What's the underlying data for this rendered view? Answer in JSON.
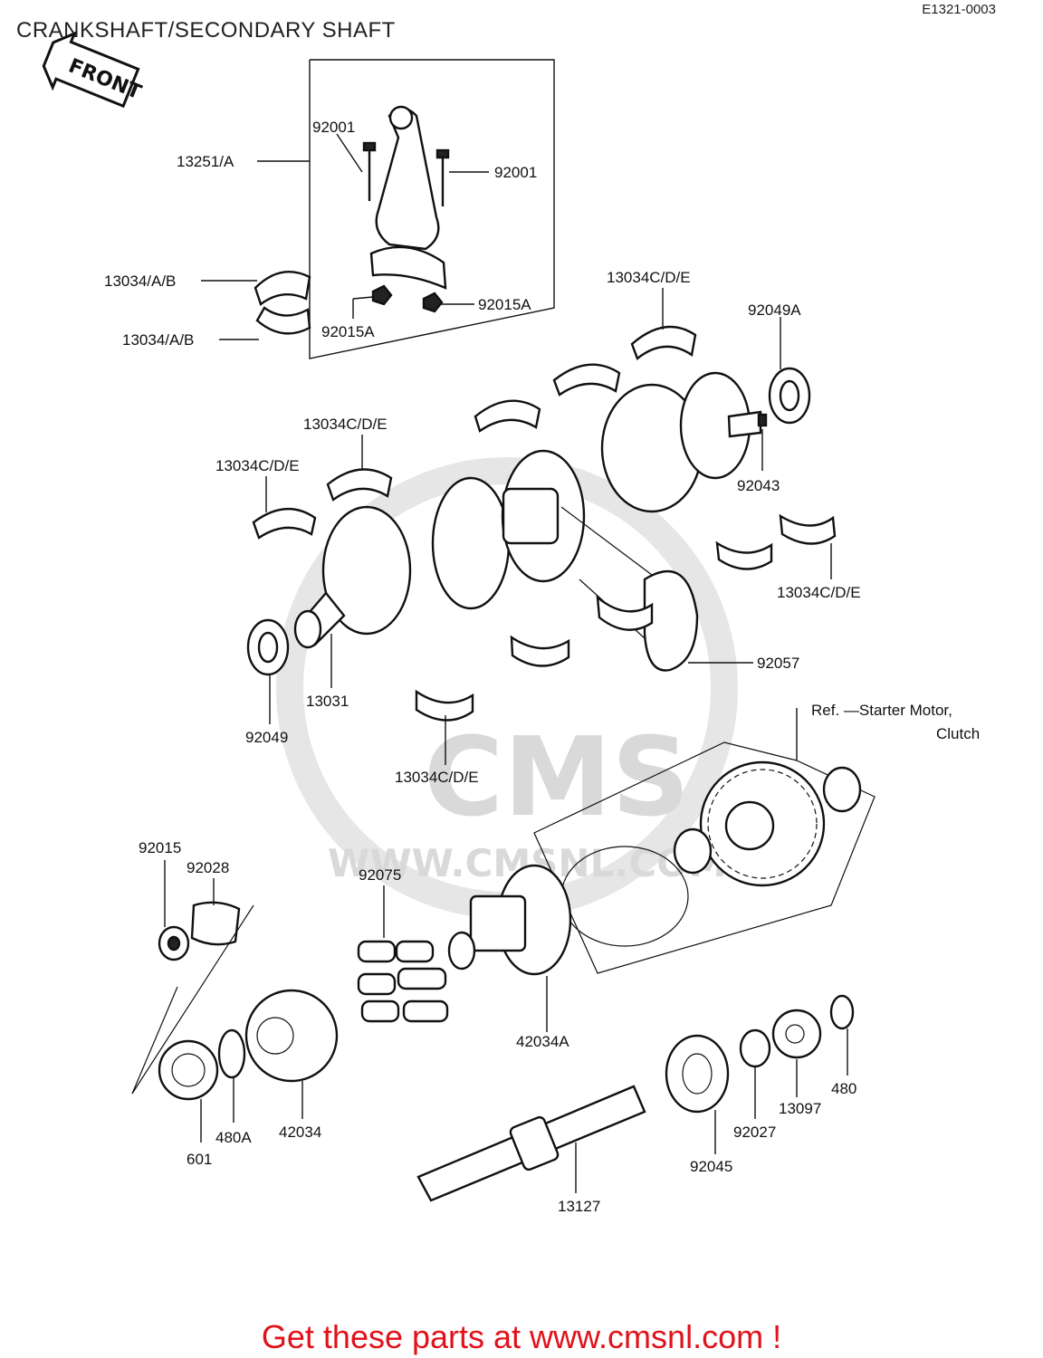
{
  "header": {
    "title": "CRANKSHAFT/SECONDARY SHAFT",
    "figure_code": "E1321-0003"
  },
  "front_badge": "FRONT",
  "watermark": {
    "logo": "CMS",
    "url": "WWW.CMSNL.COM"
  },
  "labels": {
    "l13251A": "13251/A",
    "l92001a": "92001",
    "l92001b": "92001",
    "l13034ABa": "13034/A/B",
    "l13034ABb": "13034/A/B",
    "l92015Aa": "92015A",
    "l92015Ab": "92015A",
    "l13034CDEtop": "13034C/D/E",
    "l92049A": "92049A",
    "l13034CDEmid": "13034C/D/E",
    "l13034CDEleft": "13034C/D/E",
    "l92043": "92043",
    "l13034CDEright": "13034C/D/E",
    "l92057": "92057",
    "l13031": "13031",
    "l92049": "92049",
    "l13034CDEbottom": "13034C/D/E",
    "lRef1": "Ref. —Starter Motor,",
    "lRef2": "Clutch",
    "l92015": "92015",
    "l92028": "92028",
    "l92075": "92075",
    "l42034A": "42034A",
    "l480": "480",
    "l13097": "13097",
    "l92027": "92027",
    "l92045": "92045",
    "l601": "601",
    "l480A": "480A",
    "l42034": "42034",
    "l13127": "13127"
  },
  "footer": {
    "cta": "Get these parts at www.cmsnl.com !"
  },
  "colors": {
    "cta": "#e0121b",
    "lines": "#111111",
    "watermark": "#d9d9d9"
  }
}
